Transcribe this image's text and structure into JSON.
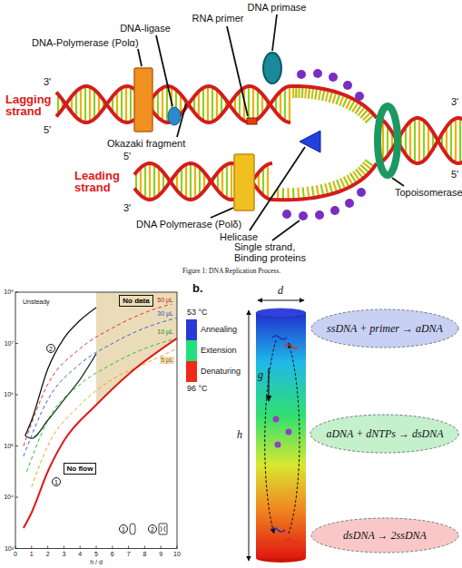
{
  "diagram": {
    "caption": "Figure 1: DNA Replication Process.",
    "nodes": [
      {
        "text": [
          "No data"
        ]
      },
      {
        "text": [
          "2"
        ]
      },
      {
        "text": [
          "No flow"
        ]
      },
      {
        "text": [
          "1"
        ]
      },
      {
        "text": [
          "1"
        ]
      },
      {
        "text": [
          "2"
        ]
      },
      {
        "text": [
          "ssDNA + primer → aDNA"
        ]
      },
      {
        "text": [
          "aDNA + dNTPs → dsDNA"
        ]
      },
      {
        "text": [
          "dsDNA → 2ssDNA"
        ]
      }
    ],
    "labels": [
      "DNA primase",
      "DNA-ligase",
      "RNA primer",
      "DNA-Polymerase (Polα)",
      "3'",
      "Lagging strand",
      "5'",
      "3'",
      "Okazaki fragment",
      "5'",
      "5'",
      "Leading strand",
      "3'",
      "DNA Polymerase (Polδ)",
      "Topoisomerase",
      "Helicase",
      "Single strand, Binding proteins",
      "10⁸",
      "10⁷",
      "10⁶",
      "10⁵",
      "10⁴",
      "10³",
      "0",
      "1",
      "2",
      "3",
      "4",
      "5",
      "6",
      "7",
      "8",
      "9",
      "10",
      "h / d",
      "Unsteady",
      "50 µL",
      "30 µL",
      "10 µL",
      "5 µL",
      "53 °C",
      "96 °C",
      "b.",
      "d",
      "g",
      "h"
    ],
    "legend": [
      {
        "text": "Annealing",
        "color": "#2a3ad8"
      },
      {
        "text": "Extension",
        "color": "#22e07a"
      },
      {
        "text": "Denaturing",
        "color": "#f02818"
      }
    ]
  }
}
